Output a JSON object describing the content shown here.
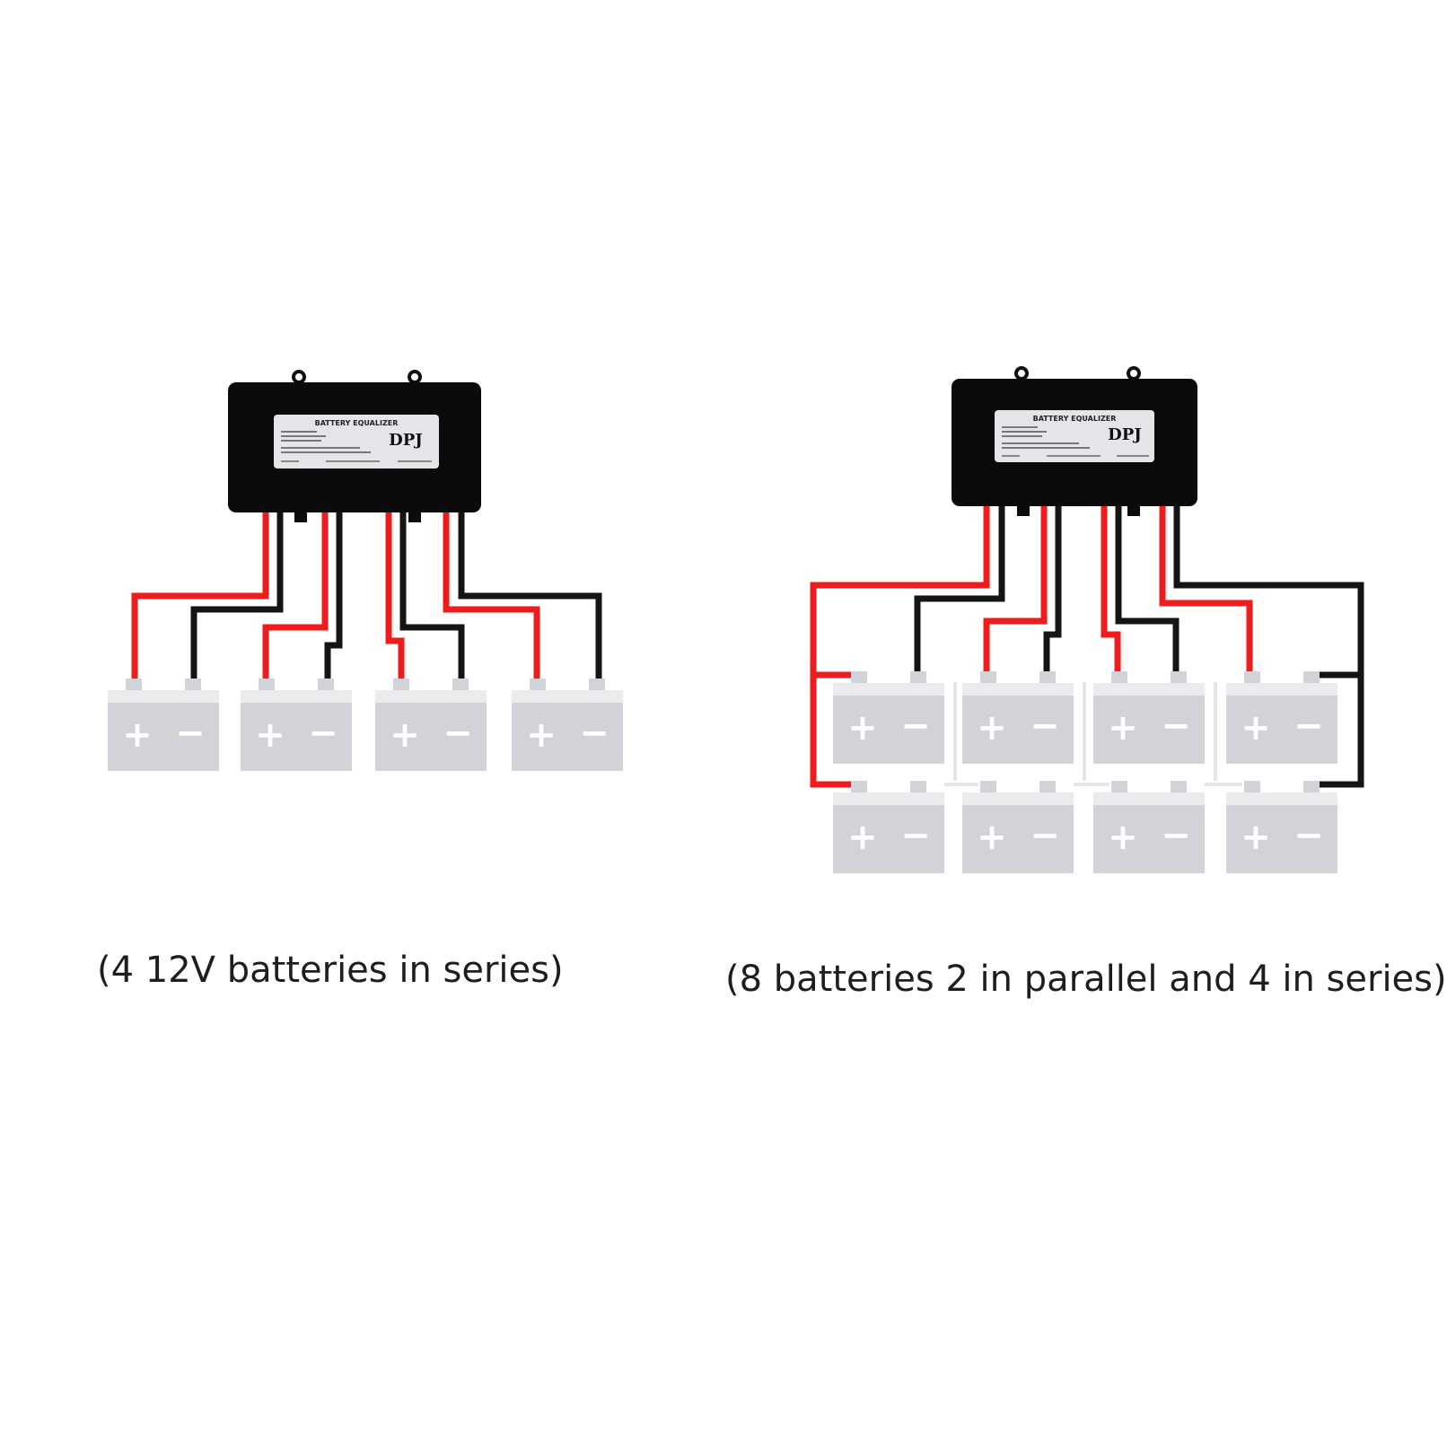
{
  "left_diagram": {
    "caption": "(4 12V batteries in series)",
    "equalizer": {
      "label_title": "BATTERY EQUALIZER",
      "brand": "DPJ"
    },
    "battery_count": 4,
    "battery_signs": {
      "plus": "+",
      "minus": "−"
    }
  },
  "right_diagram": {
    "caption": "(8 batteries 2 in parallel and 4 in series)",
    "equalizer": {
      "label_title": "BATTERY EQUALIZER",
      "brand": "DPJ"
    },
    "battery_count": 8,
    "battery_signs": {
      "plus": "+",
      "minus": "−"
    }
  },
  "colors": {
    "red_wire": "#ee1c1c",
    "black_wire": "#141414",
    "battery": "#d2d3d8",
    "equalizer": "#0b0b0b"
  }
}
